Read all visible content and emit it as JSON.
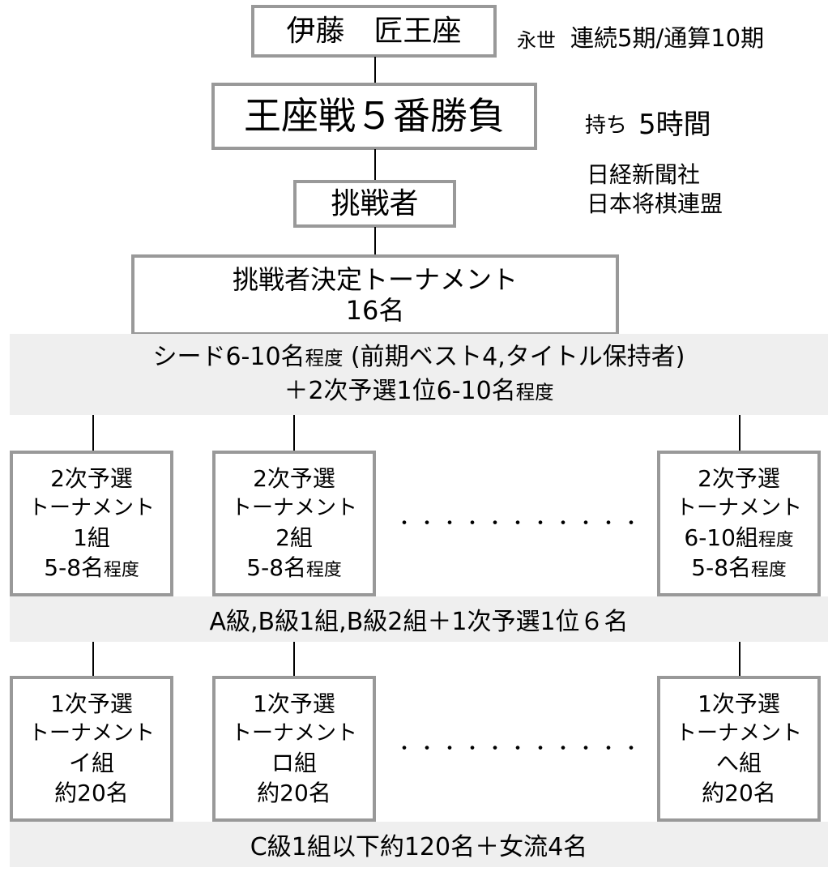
{
  "title_holder": "伊藤　匠王座",
  "eternal_label": "永世",
  "eternal_record": "連続5期/通算10期",
  "match": "王座戦５番勝負",
  "time_label": "持ち",
  "time_value": "5時間",
  "sponsors": [
    "日経新聞社",
    "日本将棋連盟"
  ],
  "challenger": "挑戦者",
  "final_tournament": {
    "line1": "挑戦者決定トーナメント",
    "line2": "16名"
  },
  "band1": {
    "line1_a": "シード6-10名",
    "line1_b": "程度",
    "line1_c": " (前期ベスト4,タイトル保持者)",
    "line2_a": "＋2次予選1位6-10名",
    "line2_b": "程度"
  },
  "second_round": [
    {
      "title": "2次予選",
      "sub": "トーナメント",
      "group": "1組",
      "group_suffix": "",
      "count": "5-8名",
      "count_suffix": "程度"
    },
    {
      "title": "2次予選",
      "sub": "トーナメント",
      "group": "2組",
      "group_suffix": "",
      "count": "5-8名",
      "count_suffix": "程度"
    },
    {
      "title": "2次予選",
      "sub": "トーナメント",
      "group": "6-10組",
      "group_suffix": "程度",
      "count": "5-8名",
      "count_suffix": "程度"
    }
  ],
  "band2": "A級,B級1組,B級2組＋1次予選1位６名",
  "first_round": [
    {
      "title": "1次予選",
      "sub": "トーナメント",
      "group": "イ組",
      "count": "約20名"
    },
    {
      "title": "1次予選",
      "sub": "トーナメント",
      "group": "ロ組",
      "count": "約20名"
    },
    {
      "title": "1次予選",
      "sub": "トーナメント",
      "group": "へ組",
      "count": "約20名"
    }
  ],
  "band3": "C級1組以下約120名＋女流4名",
  "ellipsis": "・・・・・・・・・・・"
}
